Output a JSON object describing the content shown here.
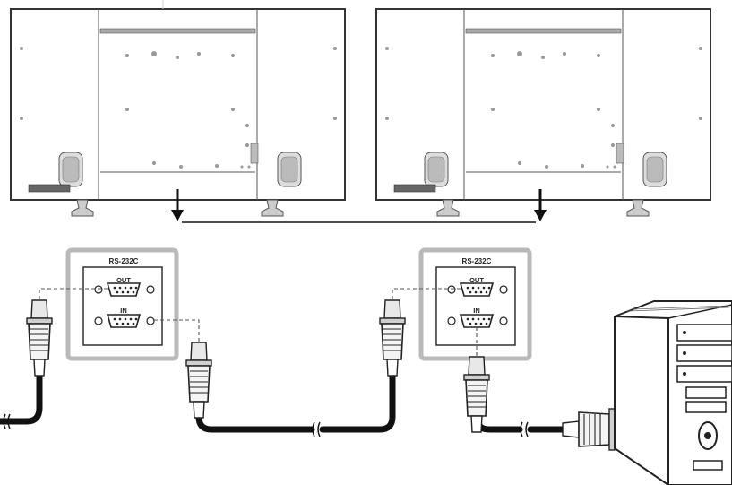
{
  "panels": [
    {
      "port_title": "RS-232C",
      "out_label": "OUT",
      "in_label": "IN",
      "out_connected": true,
      "in_connected": true,
      "in_source": "previous-monitor"
    },
    {
      "port_title": "RS-232C",
      "out_label": "OUT",
      "in_label": "IN",
      "out_connected": true,
      "in_connected": true,
      "in_source": "pc"
    }
  ],
  "monitor_count": 2,
  "icons": [
    "monitor-rear-icon",
    "db9-connector-icon",
    "pc-tower-icon",
    "arrow-down-icon"
  ],
  "colors": {
    "line": "#222222",
    "panel_border": "#b9b9b9",
    "cable": "#111111"
  }
}
